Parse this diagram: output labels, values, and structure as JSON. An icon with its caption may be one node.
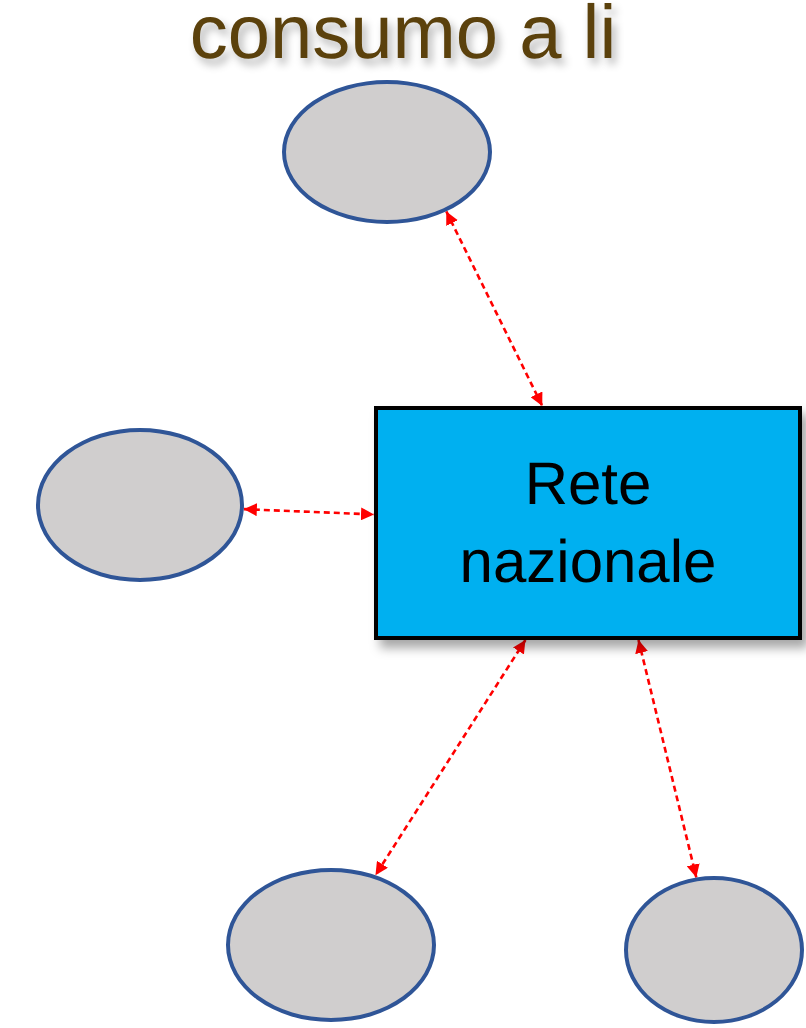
{
  "diagram": {
    "title": "consumo a li",
    "nodes": [
      {
        "text": [],
        "shape": "circle"
      },
      {
        "text": [
          "Rete nazionale"
        ]
      },
      {
        "text": [],
        "shape": "circle"
      },
      {
        "text": [],
        "shape": "circle"
      },
      {
        "text": [],
        "shape": "circle"
      }
    ],
    "edges": [
      {
        "from": 0,
        "to": 1,
        "arrow": "both",
        "style": "dashed"
      },
      {
        "from": 2,
        "to": 1,
        "arrow": "both",
        "style": "dashed"
      },
      {
        "from": 1,
        "to": 3,
        "arrow": "both",
        "style": "dashed"
      },
      {
        "from": 1,
        "to": 4,
        "arrow": "both",
        "style": "dashed"
      }
    ]
  }
}
